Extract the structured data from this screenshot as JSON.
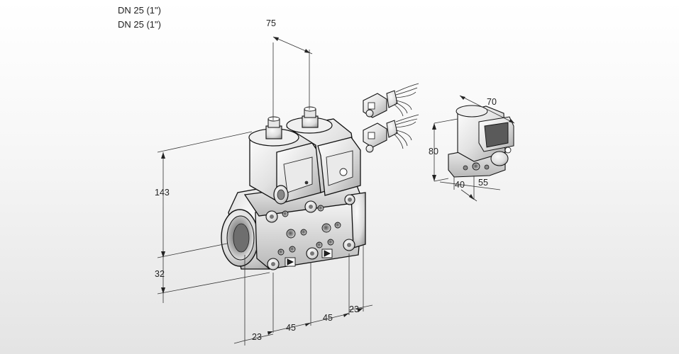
{
  "header": {
    "line1": "DN 25 (1\")",
    "line2": "DN 25 (1\")"
  },
  "dims": {
    "top_width": "75",
    "height": "143",
    "bottom_offset": "32",
    "b1": "23",
    "b2": "45",
    "b3": "45",
    "b4": "23",
    "small_width": "70",
    "small_height": "80",
    "small_d1": "40",
    "small_d2": "55"
  }
}
